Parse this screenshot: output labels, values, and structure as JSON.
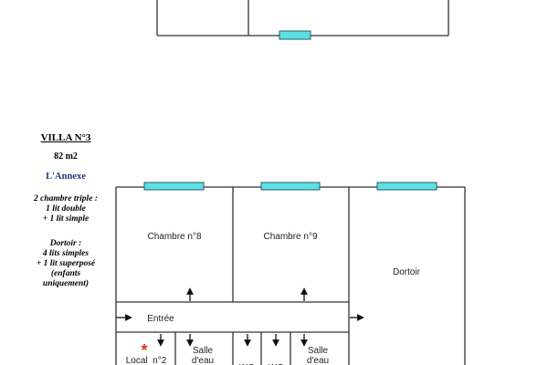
{
  "villa": {
    "title": "VILLA N°3",
    "area": "82 m2",
    "subtitle": "L'Annexe",
    "bedrooms_note": [
      "2 chambre triple :",
      "1 lit double",
      "+ 1 lit simple"
    ],
    "dorm_note": [
      "Dortoir :",
      "4 lits simples",
      "+ 1 lit superposé",
      "(enfants",
      "uniquement)"
    ]
  },
  "rooms": {
    "chambre8": "Chambre n°8",
    "chambre9": "Chambre n°9",
    "dortoir": "Dortoir",
    "entree": "Entrée",
    "local": "Local  n°2",
    "salle_eau_left": [
      "Salle",
      "d'eau"
    ],
    "salle_eau_right": [
      "Salle",
      "d'eau"
    ],
    "wc_left": "WC",
    "wc_right": "WC"
  },
  "markers": {
    "asterisk": "*"
  },
  "colors": {
    "wall": "#333333",
    "window": "#5ce0e6",
    "window_border": "#2a5a66",
    "asterisk": "#d63a1a",
    "subtitle": "#1f3b7a"
  }
}
